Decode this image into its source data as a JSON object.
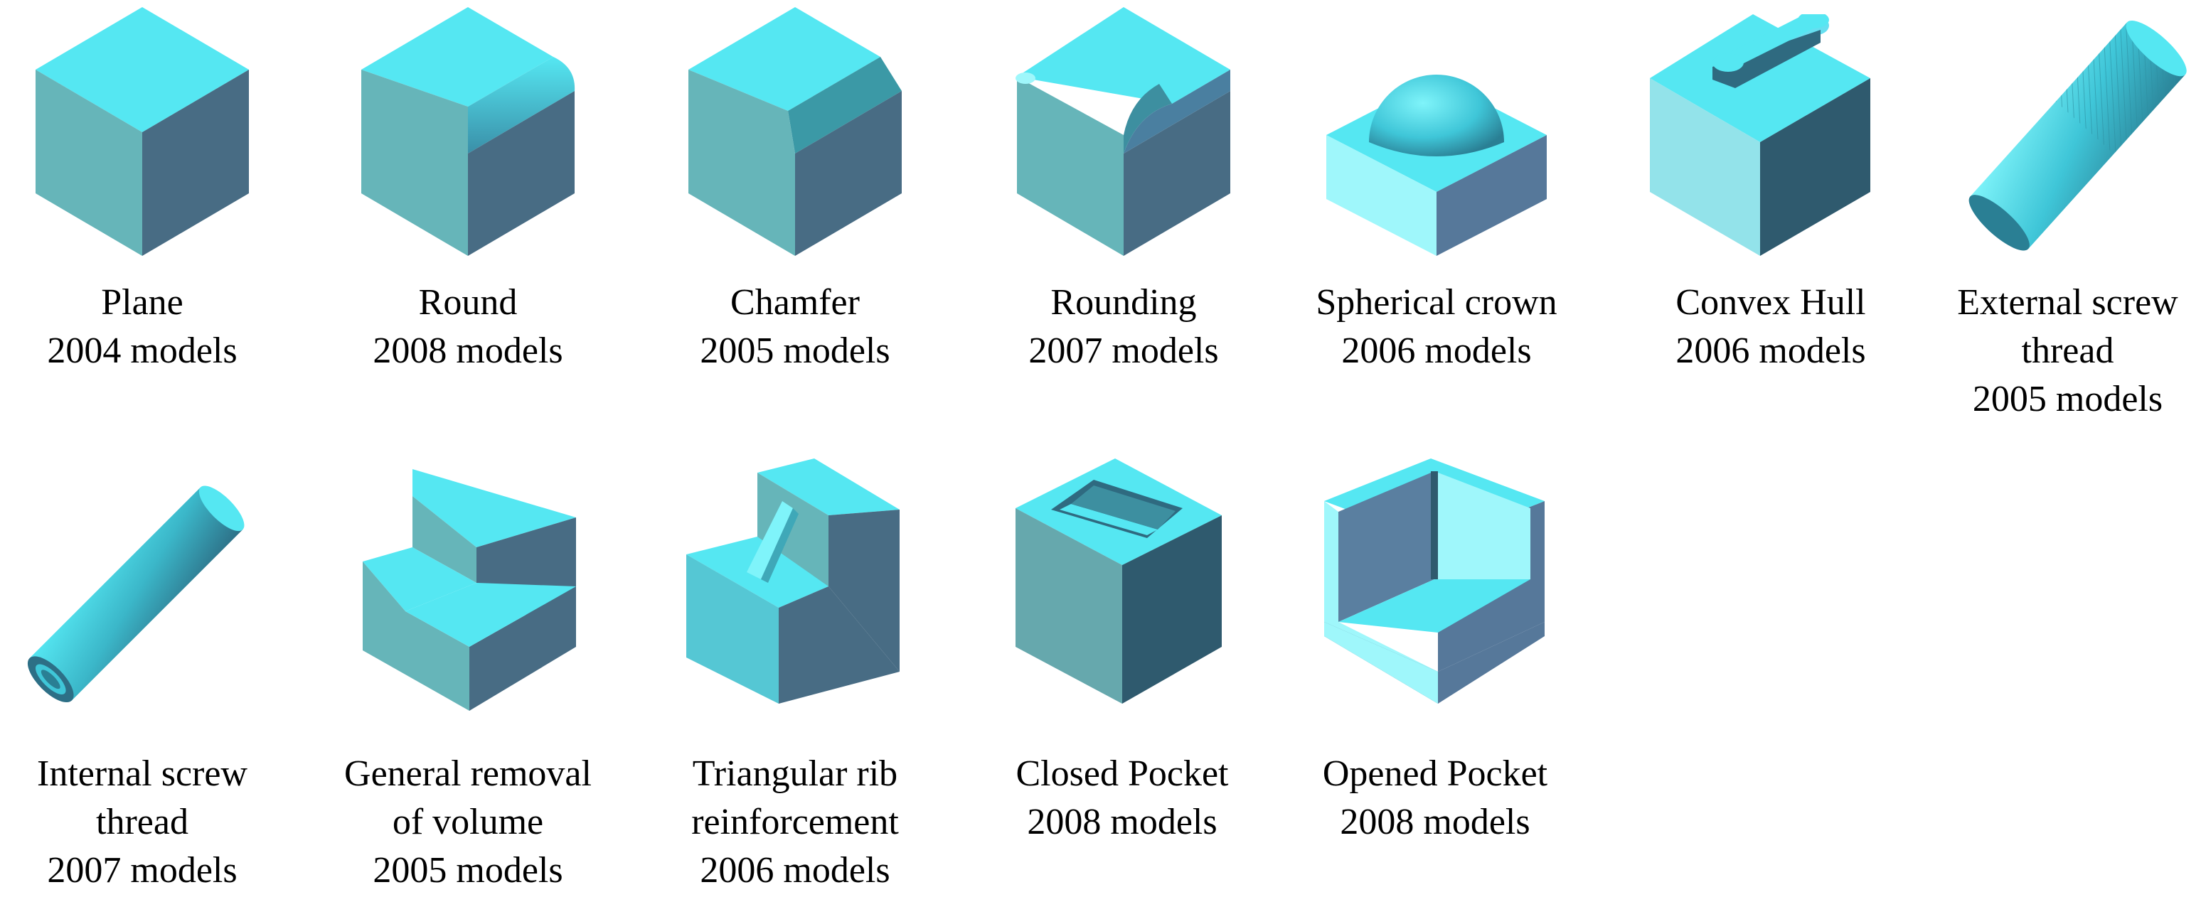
{
  "colors": {
    "top": "#55e7f2",
    "left": "#66b5b9",
    "right": "#486c84",
    "light_face": "#9ff7fb",
    "dark_face": "#2f5a6e"
  },
  "features": [
    {
      "id": "plane",
      "name": "Plane",
      "count": "2004 models",
      "icon": "plane-icon"
    },
    {
      "id": "round",
      "name": "Round",
      "count": "2008 models",
      "icon": "round-icon"
    },
    {
      "id": "chamfer",
      "name": "Chamfer",
      "count": "2005 models",
      "icon": "chamfer-icon"
    },
    {
      "id": "rounding",
      "name": "Rounding",
      "count": "2007 models",
      "icon": "rounding-icon"
    },
    {
      "id": "spherical-crown",
      "name": "Spherical crown",
      "count": "2006 models",
      "icon": "spherical-crown-icon"
    },
    {
      "id": "convex-hull",
      "name": "Convex Hull",
      "count": "2006 models",
      "icon": "convex-hull-icon"
    },
    {
      "id": "external-screw-thread",
      "name_line1": "External screw",
      "name_line2": "thread",
      "count": "2005 models",
      "icon": "external-screw-thread-icon"
    },
    {
      "id": "internal-screw-thread",
      "name_line1": "Internal screw",
      "name_line2": "thread",
      "count": "2007 models",
      "icon": "internal-screw-thread-icon"
    },
    {
      "id": "general-removal",
      "name_line1": "General removal",
      "name_line2": "of volume",
      "count": "2005 models",
      "icon": "general-removal-icon"
    },
    {
      "id": "triangular-rib",
      "name_line1": "Triangular rib",
      "name_line2": "reinforcement",
      "count": "2006 models",
      "icon": "triangular-rib-icon"
    },
    {
      "id": "closed-pocket",
      "name": "Closed Pocket",
      "count": "2008 models",
      "icon": "closed-pocket-icon"
    },
    {
      "id": "opened-pocket",
      "name": "Opened Pocket",
      "count": "2008 models",
      "icon": "opened-pocket-icon"
    }
  ]
}
